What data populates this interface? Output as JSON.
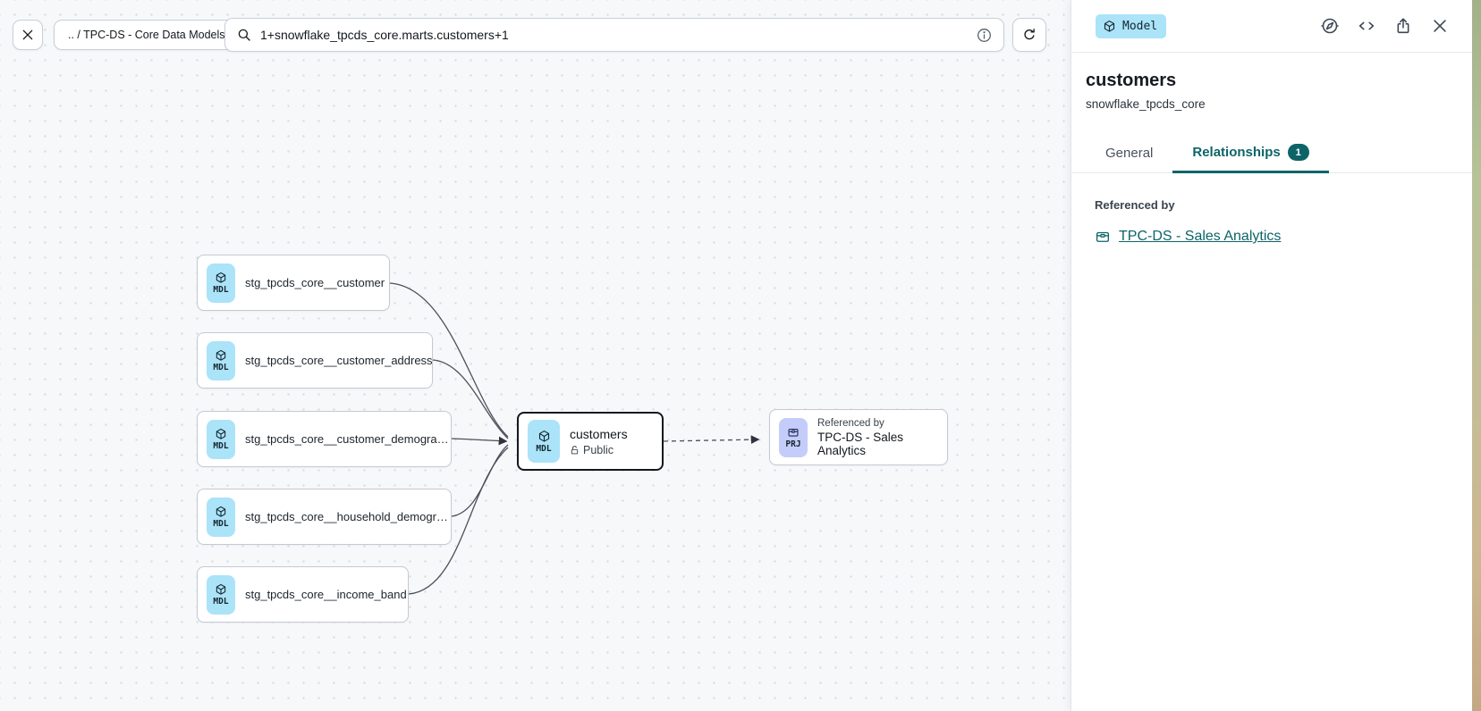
{
  "toolbar": {
    "breadcrumb": ".. / TPC-DS - Core Data Models",
    "search": {
      "value": "1+snowflake_tpcds_core.marts.customers+1"
    }
  },
  "graph": {
    "source_nodes": [
      {
        "badge": "MDL",
        "label": "stg_tpcds_core__customer"
      },
      {
        "badge": "MDL",
        "label": "stg_tpcds_core__customer_address"
      },
      {
        "badge": "MDL",
        "label": "stg_tpcds_core__customer_demogra…"
      },
      {
        "badge": "MDL",
        "label": "stg_tpcds_core__household_demogr…"
      },
      {
        "badge": "MDL",
        "label": "stg_tpcds_core__income_band"
      }
    ],
    "selected_node": {
      "badge": "MDL",
      "title": "customers",
      "visibility": "Public"
    },
    "reference_node": {
      "badge": "PRJ",
      "kicker": "Referenced by",
      "title": "TPC-DS - Sales Analytics"
    }
  },
  "panel": {
    "type_badge": "Model",
    "title": "customers",
    "subtitle": "snowflake_tpcds_core",
    "tabs": [
      {
        "label": "General"
      },
      {
        "label": "Relationships",
        "count": "1"
      }
    ],
    "referenced_by": {
      "heading": "Referenced by",
      "link": "TPC-DS - Sales Analytics"
    }
  },
  "colors": {
    "accent_teal": "#0d6468",
    "model_badge_bg": "#abe3f9",
    "project_badge_bg": "#c4cdfa",
    "canvas_bg": "#f7f8fa"
  }
}
